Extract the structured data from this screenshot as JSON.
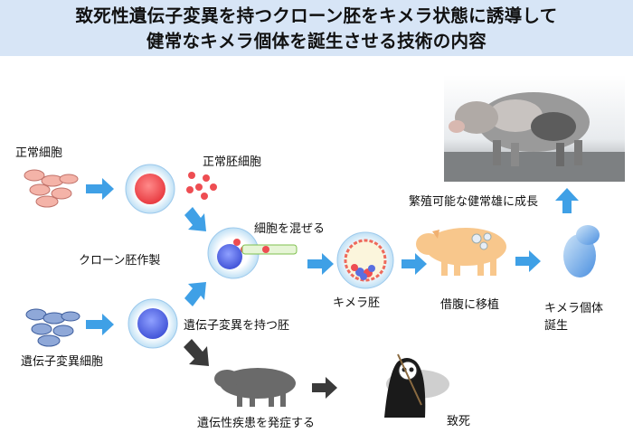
{
  "title": {
    "line1": "致死性遺伝子変異を持つクローン胚をキメラ状態に誘導して",
    "line2": "健常なキメラ個体を誕生させる技術の内容"
  },
  "labels": {
    "normal_cells": "正常細胞",
    "normal_embryo_cells": "正常胚細胞",
    "clone_embryo": "クローン胚作製",
    "mix_cells": "細胞を混ぜる",
    "mutant_cells": "遺伝子変異細胞",
    "mutant_embryo": "遺伝子変異を持つ胚",
    "chimera_embryo": "キメラ胚",
    "transfer": "借腹に移植",
    "chimera_birth_1": "キメラ個体",
    "chimera_birth_2": "誕生",
    "grow_up": "繁殖可能な健常雄に成長",
    "disease": "遺伝性疾患を発症する",
    "death": "致死"
  },
  "colors": {
    "header_bg": "#d7e5f6",
    "arrow_blue": "#3fa0e6",
    "arrow_dark": "#3a3a3a",
    "normal_red": "#f0555a",
    "mutant_blue": "#5a6fe0",
    "zona_blue": "#bfe0f5",
    "surrogate_pig": "#f8c78c",
    "dark_pig": "#6a6a6a"
  }
}
